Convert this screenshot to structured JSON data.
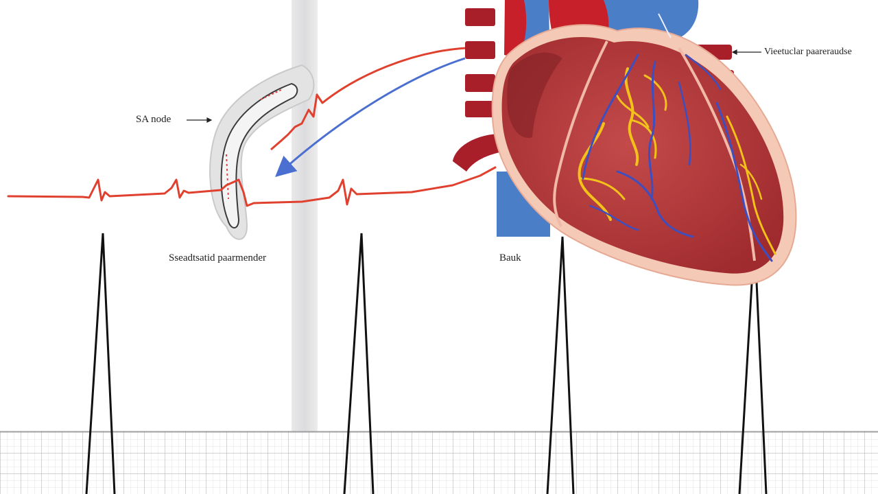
{
  "labels": {
    "sa_node": "SA node",
    "pacemaker": "Sseadtsatid paarmender",
    "bundle": "Bauk",
    "ventricular": "Vieetuclar paareraudse"
  },
  "colors": {
    "ecg_trace": "#e0412f",
    "artery_red": "#c8202a",
    "vein_blue": "#4a7fc8",
    "myocardium": "#b83a3a",
    "pericardium": "#f2c3ae",
    "nerve_yellow": "#f2c21a",
    "nerve_blue": "#3d4fc0",
    "grid_line": "#b9b9b9",
    "spike_black": "#111111"
  },
  "icons": [
    "pacemaker-device-icon",
    "heart-illustration",
    "arrow-icon"
  ]
}
